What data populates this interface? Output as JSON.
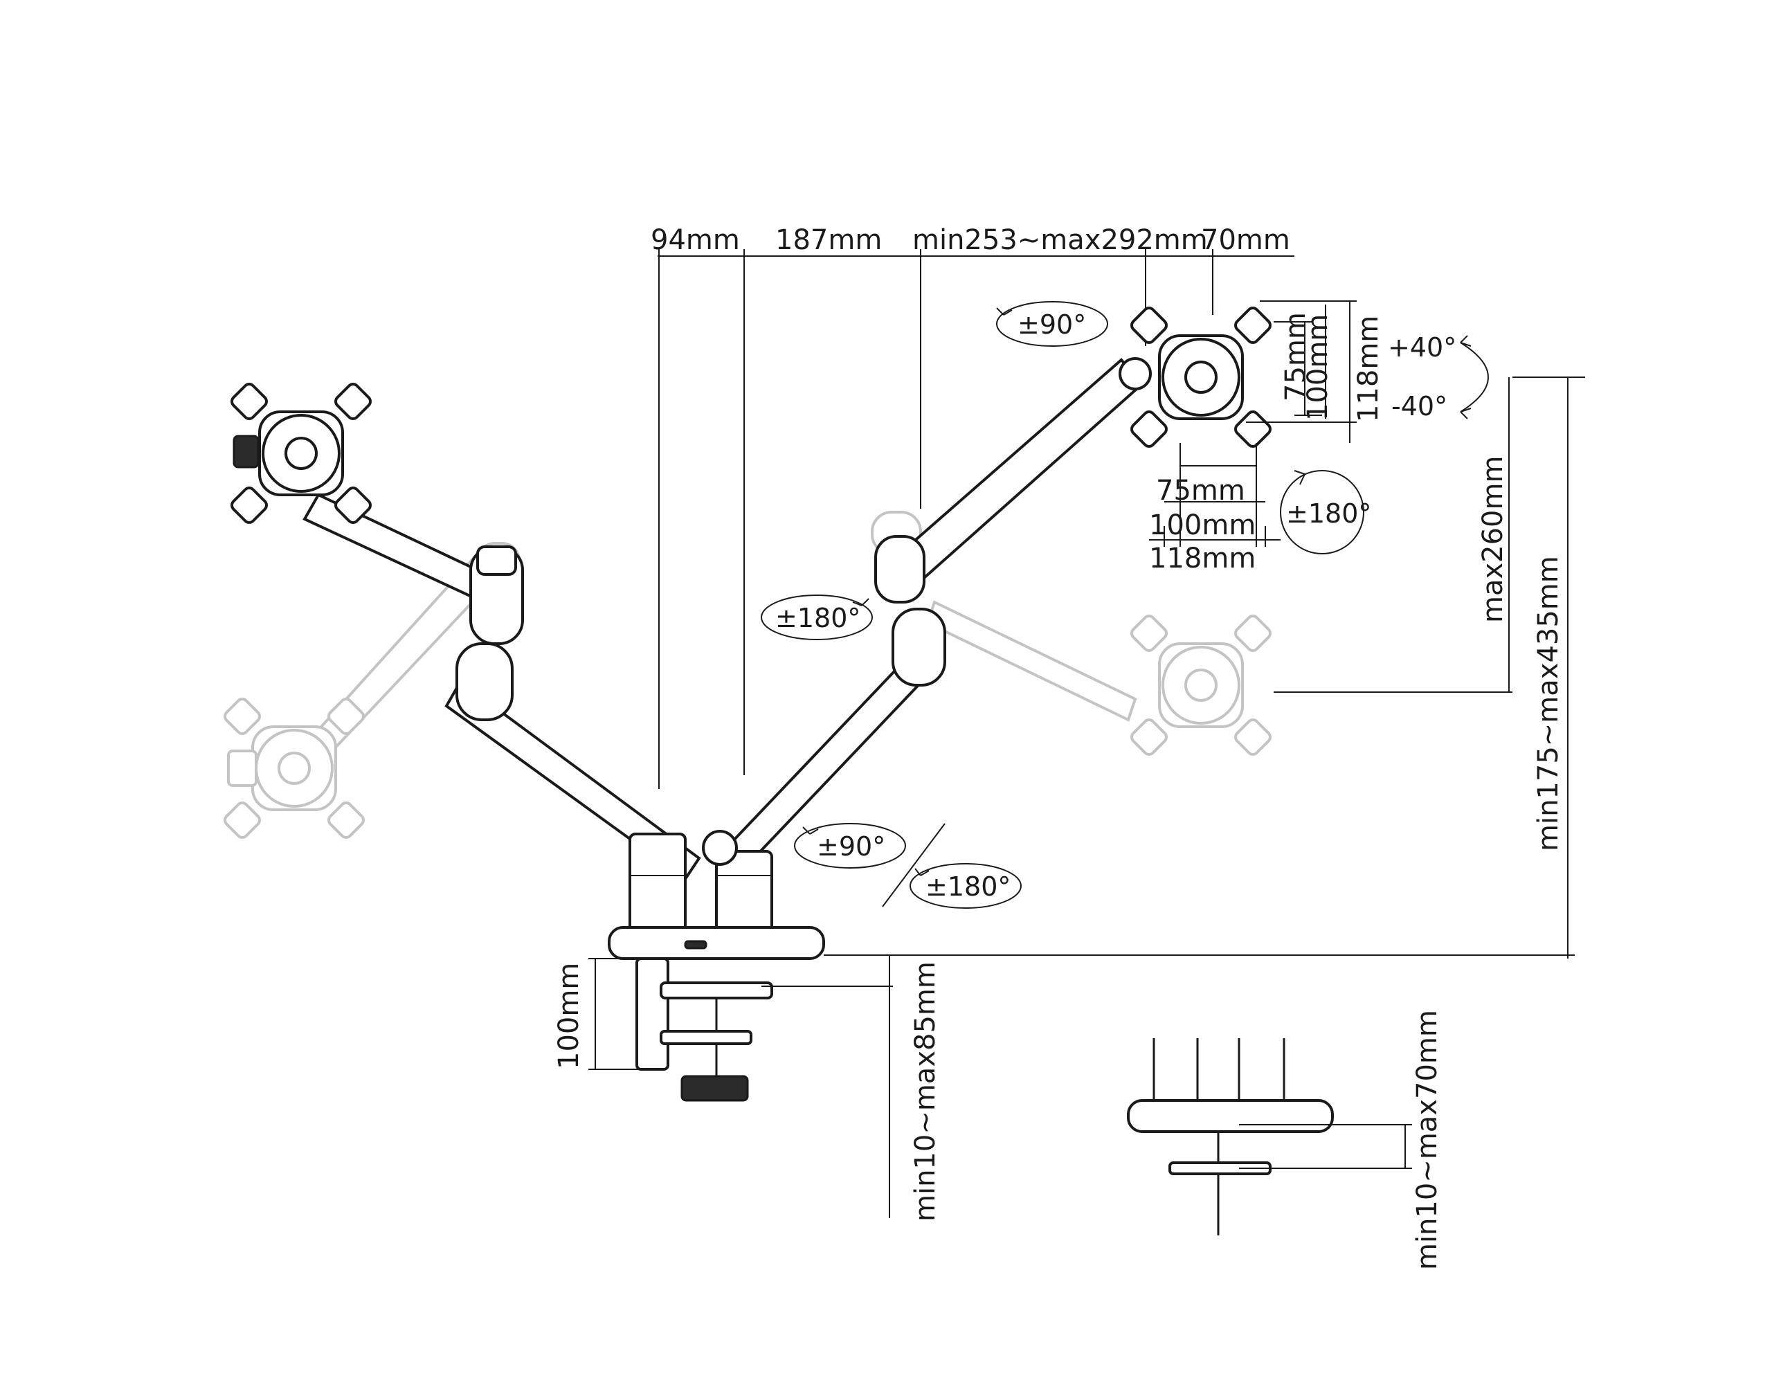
{
  "top_dimensions": {
    "d1": "94mm",
    "d2": "187mm",
    "d3": "min253~max292mm",
    "d4": "70mm"
  },
  "vesa": {
    "v75": "75mm",
    "v100": "100mm",
    "v118": "118mm",
    "h75": "75mm",
    "h100": "100mm",
    "h118": "118mm"
  },
  "rotations": {
    "head_swivel": "±90°",
    "tilt_up": "+40°",
    "tilt_down": "-40°",
    "head_rotate": "±180°",
    "elbow": "±180°",
    "base_arm": "±90°",
    "base": "±180°"
  },
  "heights": {
    "max_arm": "max260mm",
    "overall": "min175~max435mm"
  },
  "clamp": {
    "clamp_height": "100mm",
    "desk_range": "min10~max85mm"
  },
  "grommet": {
    "desk_range": "min10~max70mm"
  }
}
